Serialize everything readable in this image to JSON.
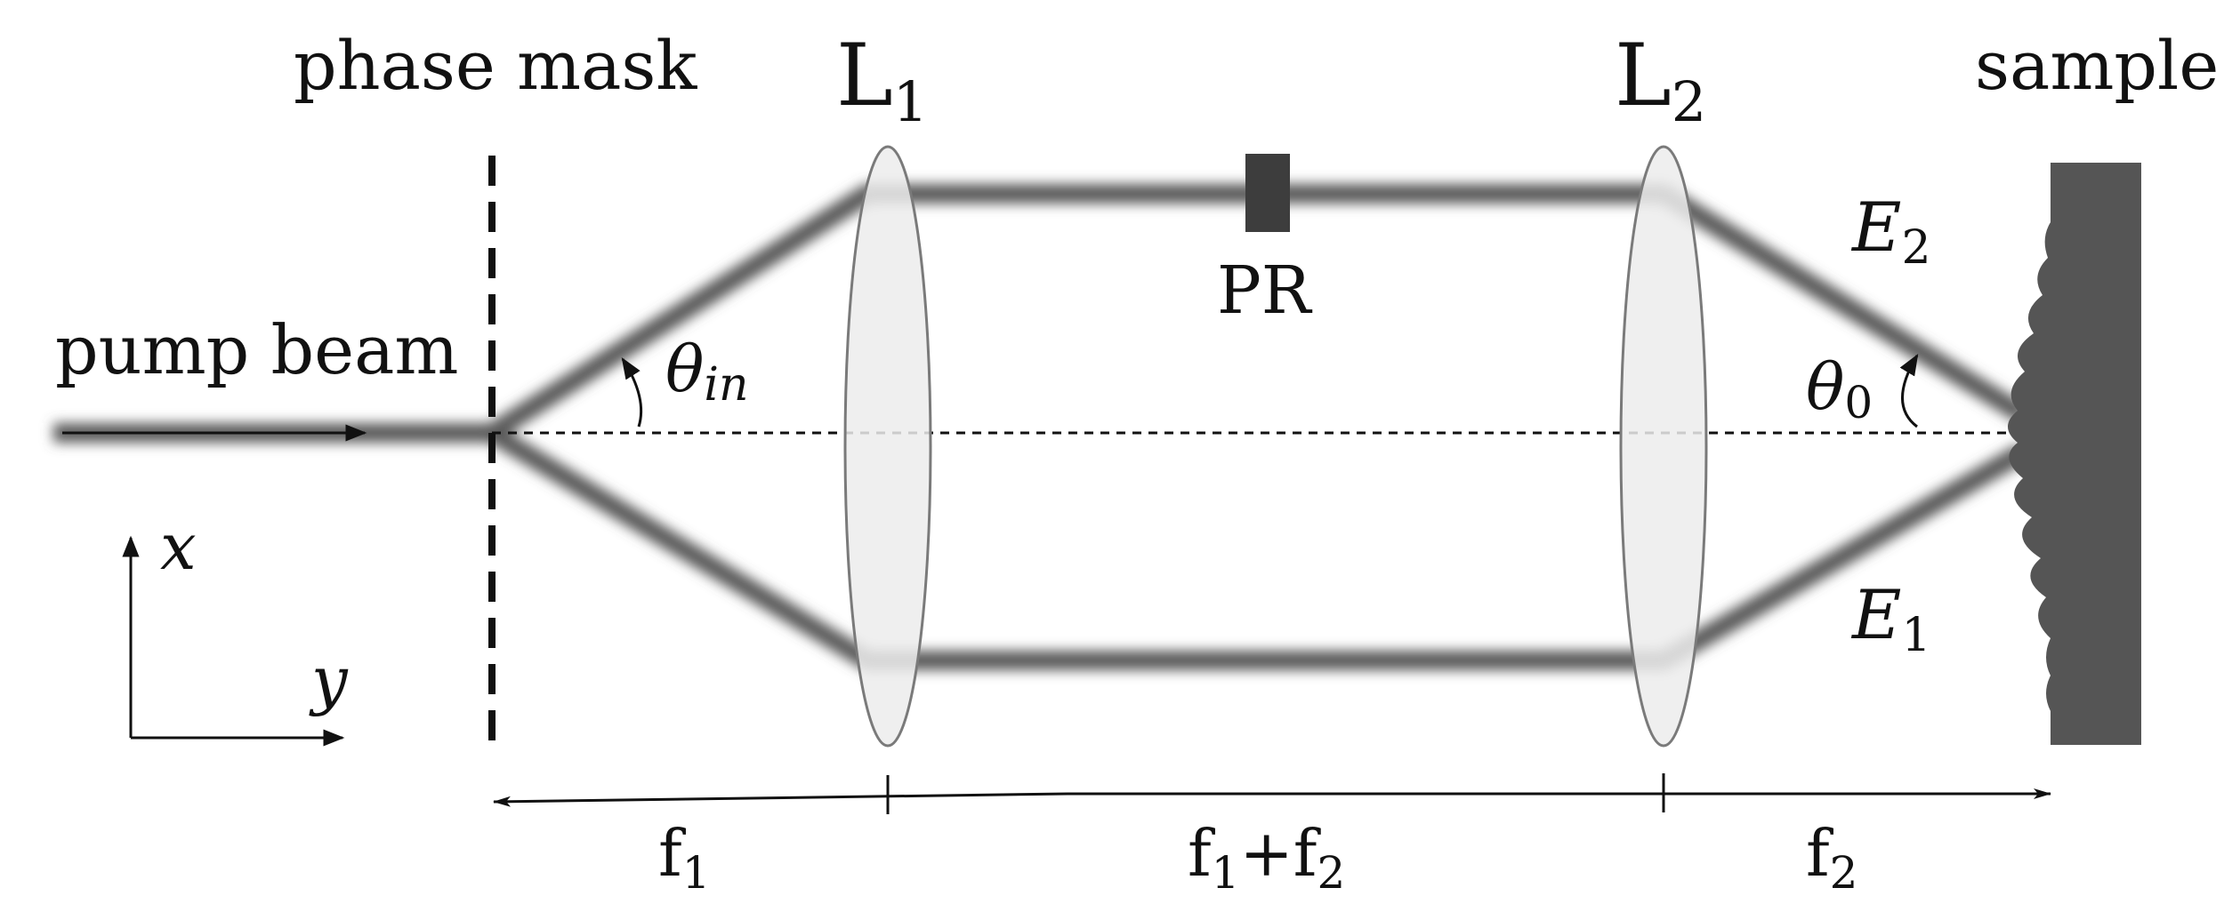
{
  "labels": {
    "phase_mask": "phase mask",
    "lens1": "L",
    "lens1_sub": "1",
    "lens2": "L",
    "lens2_sub": "2",
    "sample": "sample",
    "pump_beam": "pump beam",
    "pr": "PR",
    "theta_in": "θ",
    "theta_in_sub": "in",
    "theta_0": "θ",
    "theta_0_sub": "0",
    "e2": "E",
    "e2_sub": "2",
    "e1": "E",
    "e1_sub": "1",
    "axis_x": "x",
    "axis_y": "y",
    "dim_f1": "f",
    "dim_f1_sub": "1",
    "dim_f1f2_a": "f",
    "dim_f1f2_a_sub": "1",
    "dim_f1f2_plus": "+",
    "dim_f1f2_b": "f",
    "dim_f1f2_b_sub": "2",
    "dim_f2": "f",
    "dim_f2_sub": "2"
  },
  "colors": {
    "beam": "#5a5a5a",
    "sample": "#555555",
    "lens_fill": "#ececec",
    "lens_stroke": "#7a7a7a",
    "pr_block": "#3d3d3d",
    "line": "#111111"
  }
}
